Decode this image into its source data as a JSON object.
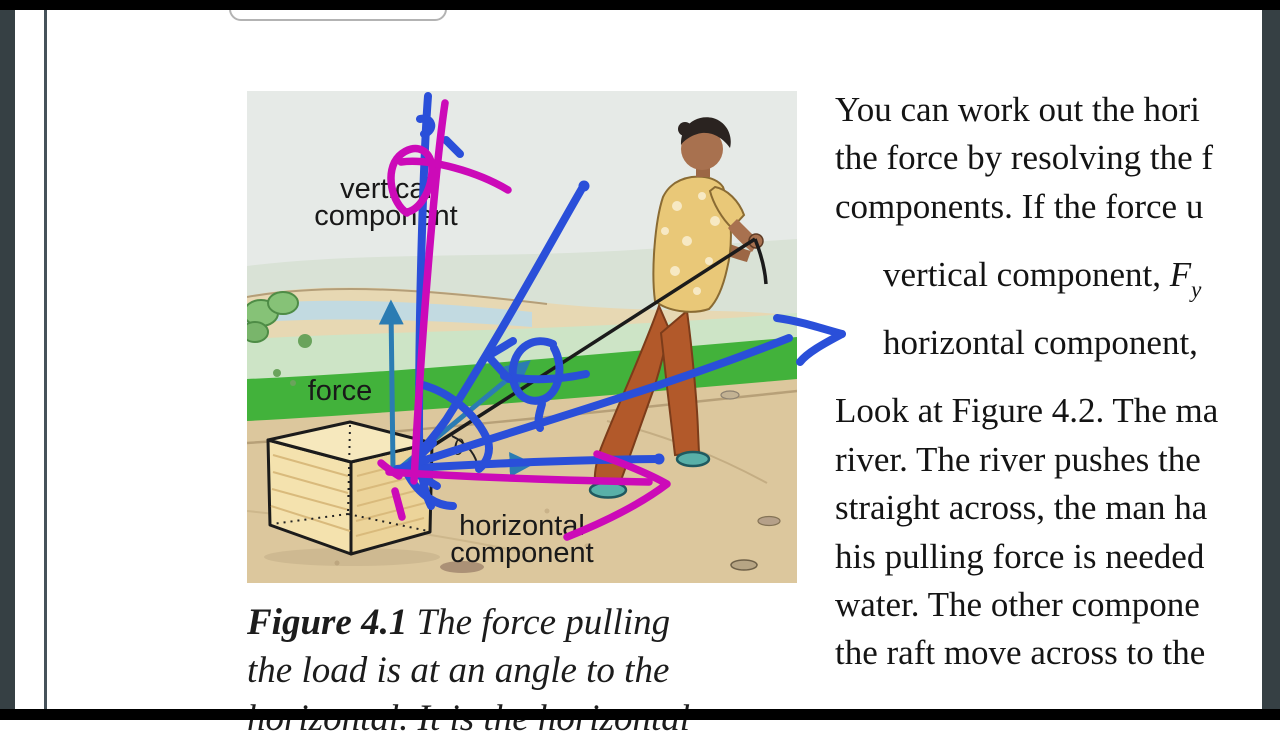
{
  "pen": {
    "blue": "#2a4fd9",
    "magenta": "#cc0ab8"
  },
  "frame": {
    "letterbox": "#000000",
    "side_strip": "#364044",
    "printed_arrow_blue": "#2b7cb3"
  },
  "figure": {
    "labels": {
      "vertical_1": "vertical",
      "vertical_2": "component",
      "force": "force",
      "horizontal_1": "horizontal",
      "horizontal_2": "component",
      "theta": "θ"
    }
  },
  "caption": {
    "figure_ref": "Figure 4.1",
    "line1_rest": " The force pulling",
    "line2": "the load is at an angle to the",
    "line3": "horizontal. It is the horizontal"
  },
  "text_column": {
    "para1": [
      "You can work out the hori",
      "the force by resolving the f",
      "components. If the force u"
    ],
    "item1": {
      "pre": "vertical component, ",
      "sym": "F",
      "sub": "y"
    },
    "item2": "horizontal component,",
    "para2": [
      "Look at Figure 4.2. The ma",
      "river. The river pushes the",
      "straight across, the man ha",
      "his pulling force is needed",
      "water. The other compone",
      "the raft move across to the"
    ]
  }
}
